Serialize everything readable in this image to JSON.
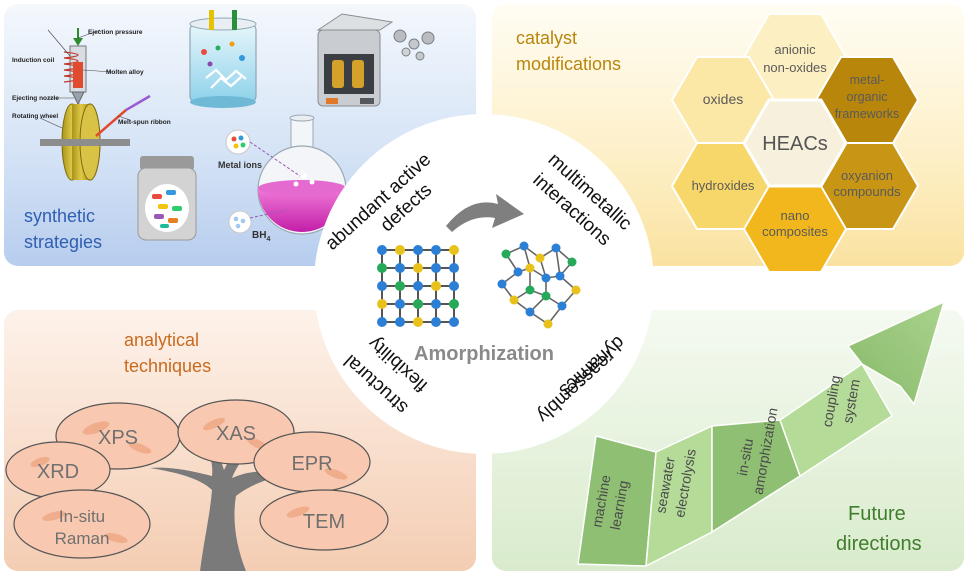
{
  "quadrants": {
    "top_left": {
      "title_line1": "synthetic",
      "title_line2": "strategies",
      "labels": {
        "ejection_pressure": "Ejection pressure",
        "induction_coil": "Induction coil",
        "molten_alloy": "Molten alloy",
        "ejecting_nozzle": "Ejecting nozzle",
        "rotating_wheel": "Rotating wheel",
        "melt_spun_ribbon": "Melt-spun ribbon",
        "metal_ions": "Metal ions",
        "bh4_base": "BH",
        "bh4_sub": "4"
      }
    },
    "top_right": {
      "title_line1": "catalyst",
      "title_line2": "modifications",
      "hexagons": {
        "center": "HEACs",
        "anionic_1": "anionic",
        "anionic_2": "non-oxides",
        "oxides": "oxides",
        "mof_1": "metal-",
        "mof_2": "organic",
        "mof_3": "frameworks",
        "hydroxides": "hydroxides",
        "oxyanion_1": "oxyanion",
        "oxyanion_2": "compounds",
        "nano_1": "nano",
        "nano_2": "composites"
      }
    },
    "bottom_left": {
      "title_line1": "analytical",
      "title_line2": "techniques",
      "leaves": {
        "xps": "XPS",
        "xas": "XAS",
        "xrd": "XRD",
        "epr": "EPR",
        "insitu_1": "In-situ",
        "insitu_2": "Raman",
        "tem": "TEM"
      }
    },
    "bottom_right": {
      "title_line1": "Future",
      "title_line2": "directions",
      "steps": {
        "ml_1": "machine",
        "ml_2": "learning",
        "sw_1": "seawater",
        "sw_2": "electrolysis",
        "ia_1": "in-situ",
        "ia_2": "amorphization",
        "cs_1": "coupling",
        "cs_2": "system"
      }
    }
  },
  "center": {
    "title": "Amorphization",
    "tl_1": "abundant active",
    "tl_2": "defects",
    "tr_1": "multimetallic",
    "tr_2": "interactions",
    "bl_1": "structural",
    "bl_2": "flexibility",
    "br_1": "reassembly",
    "br_2": "dynamics"
  },
  "colors": {
    "accent_orange": "#c96a1e",
    "accent_gold": "#b8860b",
    "accent_blue": "#2f5fb0",
    "accent_green": "#3f7e2c"
  }
}
